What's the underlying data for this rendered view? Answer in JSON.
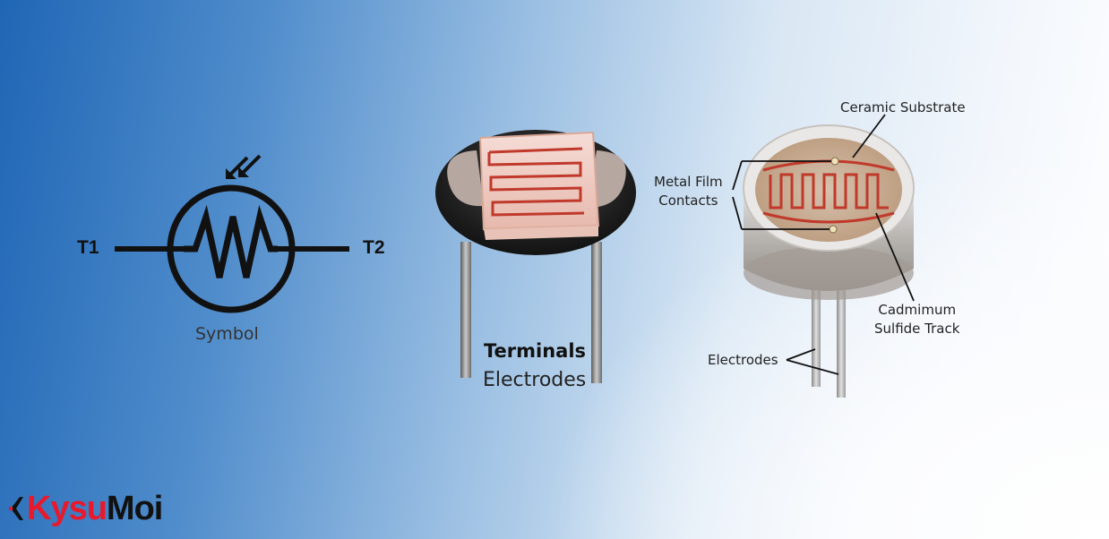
{
  "symbol": {
    "t1_label": "T1",
    "t2_label": "T2",
    "caption": "Symbol"
  },
  "ldr_side": {
    "terminals_label": "Terminals",
    "electrodes_label": "Electrodes"
  },
  "ldr_top": {
    "ceramic_substrate_label": "Ceramic Substrate",
    "metal_film_label_line1": "Metal Film",
    "metal_film_label_line2": "Contacts",
    "cadmium_label_line1": "Cadmimum",
    "cadmium_label_line2": "Sulfide Track",
    "electrodes_label": "Electrodes"
  },
  "logo": {
    "text_part1": "Kysu",
    "text_part2": "Moi",
    "color_part1": "#e8192c",
    "color_part2": "#111111"
  },
  "colors": {
    "background_blue": "#1f66b5",
    "track_red": "#c0392b",
    "line_black": "#111111"
  }
}
